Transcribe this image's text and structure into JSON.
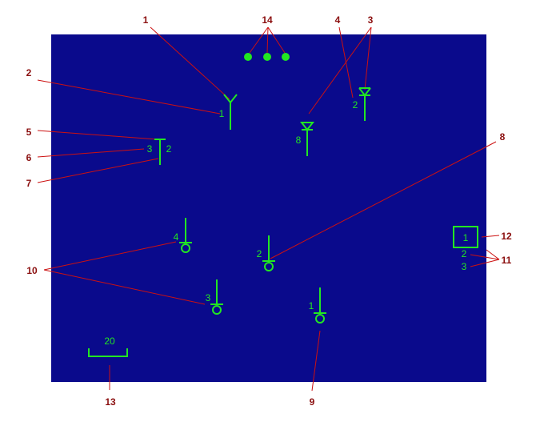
{
  "colors": {
    "panel": "#0a0a8c",
    "symbol": "#22e622",
    "leader": "#cc1111",
    "callout_text": "#8b0f0f"
  },
  "callouts": [
    "1",
    "2",
    "3",
    "4",
    "5",
    "6",
    "7",
    "8",
    "9",
    "10",
    "11",
    "12",
    "13",
    "14"
  ],
  "symbols": {
    "antenna_label": "1",
    "triangle_a_label": "2",
    "triangle_b_label": "8",
    "tbar_left_label": "3",
    "tbar_right_label": "2",
    "ground_a_label": "4",
    "ground_b_label": "2",
    "ground_c_label": "3",
    "ground_d_label": "1",
    "box_label": "1",
    "box_sub1": "2",
    "box_sub2": "3",
    "scale_label": "20"
  }
}
